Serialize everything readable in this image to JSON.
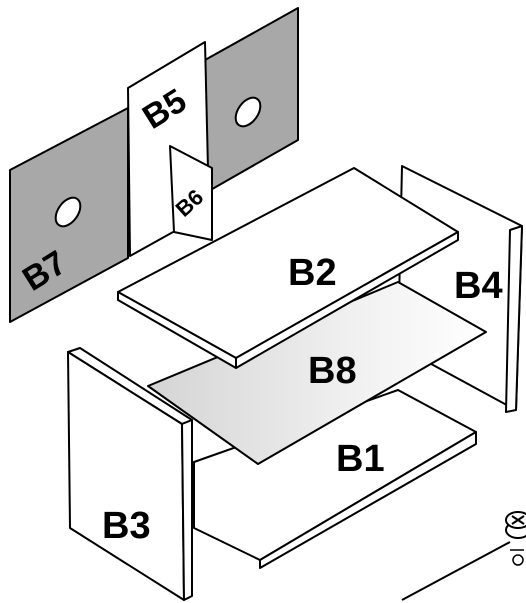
{
  "labels": {
    "b1": "B1",
    "b2": "B2",
    "b3": "B3",
    "b4": "B4",
    "b5": "B5",
    "b6": "B6",
    "b7": "B7",
    "b8": "B8"
  },
  "colors": {
    "outline": "#000000",
    "panel_white": "#ffffff",
    "panel_grey": "#a8a8a8",
    "panel_light_grey": "#e6e6e6",
    "edge_grey": "#d9d9d9"
  }
}
